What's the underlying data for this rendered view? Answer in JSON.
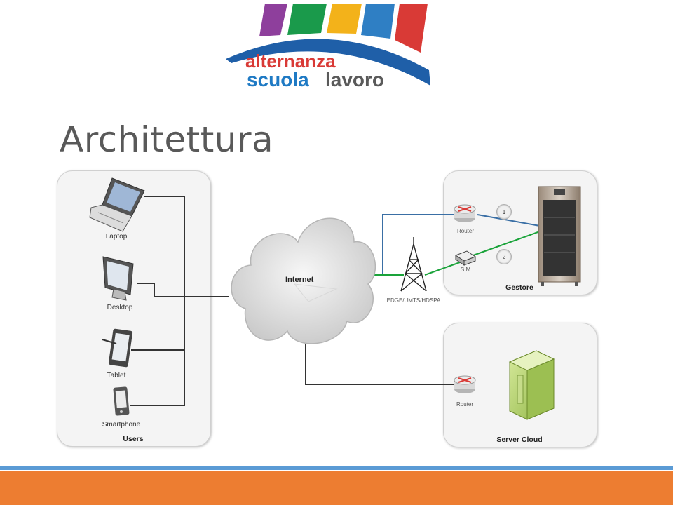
{
  "slide": {
    "title": "Architettura"
  },
  "logo": {
    "line1": "alternanza",
    "line2_a": "scuola",
    "line2_b": "lavoro",
    "colors": [
      "#8e3f9c",
      "#1a9a4b",
      "#f3b21a",
      "#2f7fc4",
      "#d93a36"
    ]
  },
  "diagram": {
    "users": {
      "title": "Users",
      "devices": [
        "Laptop",
        "Desktop",
        "Tablet",
        "Smartphone"
      ]
    },
    "internet": {
      "label": "Internet"
    },
    "tower": {
      "label": "EDGE/UMTS/HDSPA"
    },
    "gestore": {
      "title": "Gestore",
      "router": "Router",
      "sim": "SIM",
      "badge1": "1",
      "badge2": "2"
    },
    "server": {
      "title": "Server Cloud",
      "router": "Router"
    }
  },
  "colors": {
    "link_blue": "#3a6fa5",
    "link_green": "#1aa33a",
    "footer_blue": "#5b9bd5",
    "footer_orange": "#ed7d31"
  }
}
